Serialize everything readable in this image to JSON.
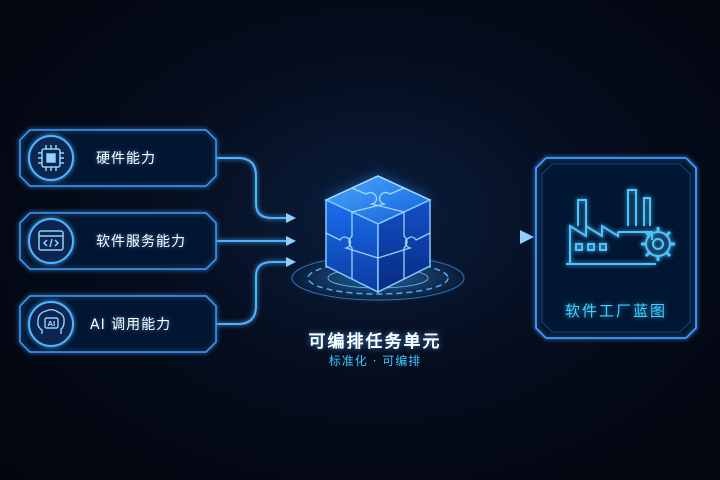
{
  "inputs": [
    {
      "label": "硬件能力",
      "icon": "chip-icon"
    },
    {
      "label": "软件服务能力",
      "icon": "code-window-icon"
    },
    {
      "label": "AI 调用能力",
      "icon": "ai-brain-icon"
    }
  ],
  "center": {
    "title": "可编排任务单元",
    "subtitle": "标准化 · 可编排",
    "icon": "puzzle-cube-icon"
  },
  "output": {
    "label": "软件工厂蓝图",
    "icon": "factory-gear-icon"
  },
  "colors": {
    "background": "#050c1c",
    "accent": "#2f9bff",
    "glow": "#4fb3ff",
    "output_text": "#3fd2ff",
    "subtitle_text": "#36c9ff"
  }
}
